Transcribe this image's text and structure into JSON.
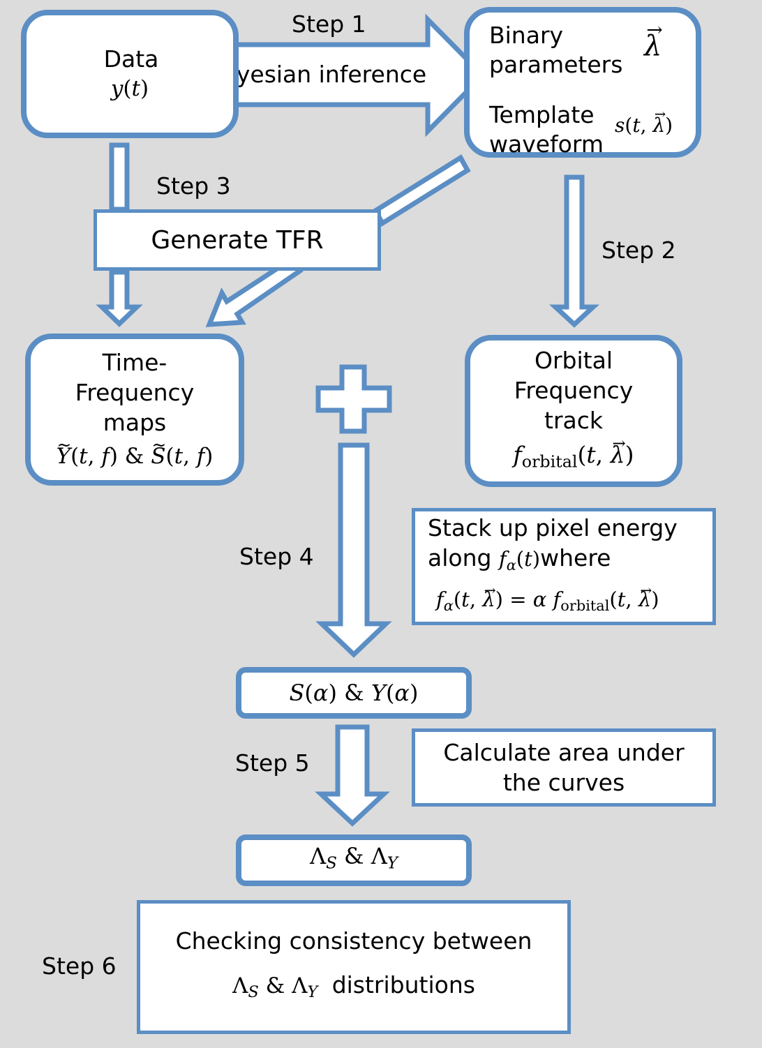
{
  "colors": {
    "accent": "#5b8ec4",
    "background": "#dcdcdc",
    "box_fill": "#ffffff"
  },
  "steps": {
    "step1": "Step 1",
    "step2": "Step 2",
    "step3": "Step 3",
    "step4": "Step 4",
    "step5": "Step 5",
    "step6": "Step 6"
  },
  "arrows": {
    "bayesian_label": "Bayesian inference"
  },
  "data_box": {
    "title": "Data",
    "y": "y",
    "t": "t"
  },
  "binary_box": {
    "line1": "Binary",
    "line2": "parameters",
    "lambda": "λ",
    "template1": "Template",
    "template2": "waveform",
    "s": "s",
    "t": "t"
  },
  "tfr_box": {
    "label": "Generate TFR"
  },
  "tf_maps_box": {
    "line1": "Time-",
    "line2": "Frequency",
    "line3": "maps",
    "Y": "Y",
    "S": "S",
    "t": "t",
    "f": "f",
    "amp": "&"
  },
  "orbital_box": {
    "line1": "Orbital",
    "line2": "Frequency",
    "line3": "track",
    "f": "f",
    "sub": "orbital",
    "t": "t",
    "lambda": "λ"
  },
  "stack_box": {
    "line1": "Stack up pixel energy",
    "along": "along",
    "where": "where",
    "f": "f",
    "alpha": "α",
    "t": "t",
    "lambda": "λ",
    "eq": "=",
    "sub": "orbital"
  },
  "s_alpha_box": {
    "S": "S",
    "Y": "Y",
    "alpha": "α",
    "amp": "&"
  },
  "area_box": {
    "line1": "Calculate area under",
    "line2": "the curves"
  },
  "lambda_box": {
    "Lambda": "Λ",
    "S": "S",
    "Y": "Y",
    "amp": "&"
  },
  "consistency_box": {
    "line1": "Checking consistency between",
    "Lambda": "Λ",
    "S": "S",
    "Y": "Y",
    "amp": "&",
    "distributions": "distributions"
  },
  "icons": {
    "plus": "plus-icon"
  }
}
